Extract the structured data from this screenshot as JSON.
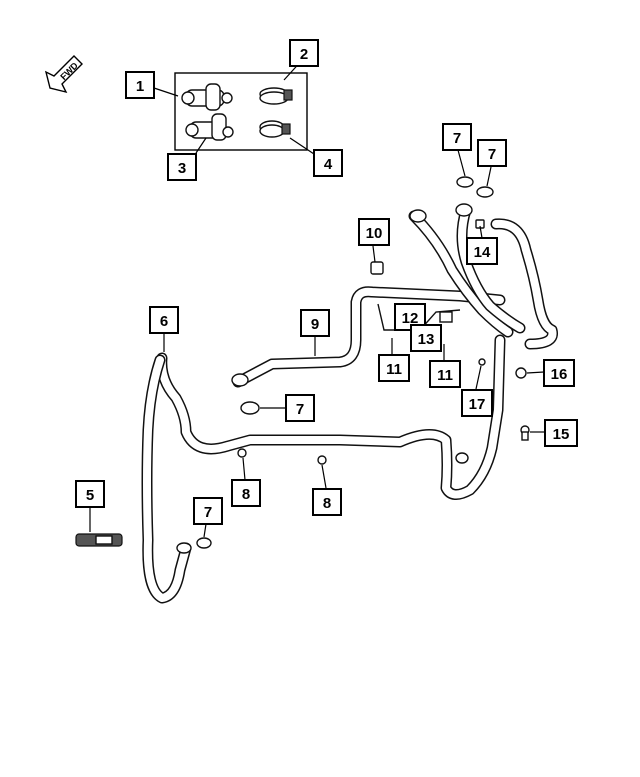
{
  "orientation": {
    "label": "FWD",
    "icon": "forward-arrow-icon"
  },
  "colors": {
    "line": "#111111",
    "background": "#ffffff"
  },
  "callouts": [
    {
      "id": "c1",
      "label": "1"
    },
    {
      "id": "c2",
      "label": "2"
    },
    {
      "id": "c3",
      "label": "3"
    },
    {
      "id": "c4",
      "label": "4"
    },
    {
      "id": "c5",
      "label": "5"
    },
    {
      "id": "c6",
      "label": "6"
    },
    {
      "id": "c7a",
      "label": "7"
    },
    {
      "id": "c7b",
      "label": "7"
    },
    {
      "id": "c7c",
      "label": "7"
    },
    {
      "id": "c7d",
      "label": "7"
    },
    {
      "id": "c8a",
      "label": "8"
    },
    {
      "id": "c8b",
      "label": "8"
    },
    {
      "id": "c9",
      "label": "9"
    },
    {
      "id": "c10",
      "label": "10"
    },
    {
      "id": "c11a",
      "label": "11"
    },
    {
      "id": "c11b",
      "label": "11"
    },
    {
      "id": "c12",
      "label": "12"
    },
    {
      "id": "c13",
      "label": "13"
    },
    {
      "id": "c14",
      "label": "14"
    },
    {
      "id": "c15",
      "label": "15"
    },
    {
      "id": "c16",
      "label": "16"
    },
    {
      "id": "c17",
      "label": "17"
    }
  ]
}
